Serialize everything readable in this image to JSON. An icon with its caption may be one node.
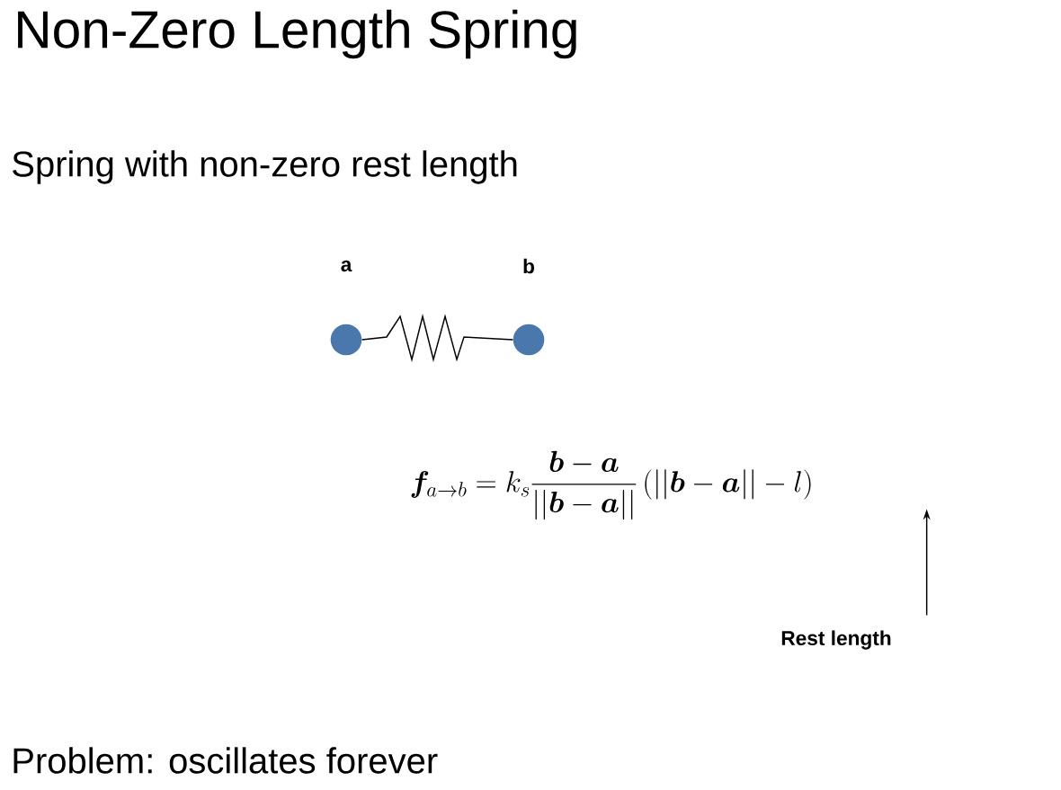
{
  "diagram": {
    "title": "Non-Zero Length Spring",
    "nodes": [
      {
        "text": [],
        "shape": "circle",
        "beside": [
          "a"
        ]
      },
      {
        "text": [],
        "shape": "circle",
        "beside": [
          "b"
        ]
      },
      {
        "text": [
          "Rest length"
        ]
      }
    ],
    "edges": [
      {
        "from": 0,
        "to": 1,
        "arrow": "none"
      },
      {
        "from": 2,
        "to": null,
        "arrow": "to"
      }
    ],
    "labels": [
      "Spring with non-zero rest length",
      "\\boldsymbol{f}_{a\\rightarrow b} = k_s \\frac{\\boldsymbol{b}-\\boldsymbol{a}}{||\\boldsymbol{b}-\\boldsymbol{a}||}\\,(||\\boldsymbol{b}-\\boldsymbol{a}||-l)",
      "Problem: oscillates forever"
    ]
  }
}
